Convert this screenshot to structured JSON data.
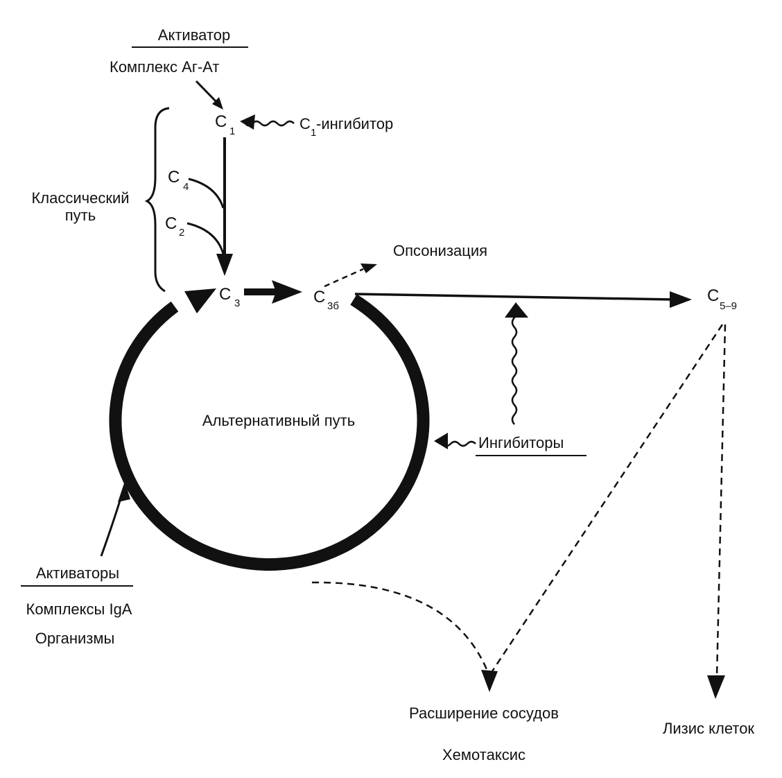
{
  "classical_activator": {
    "heading": "Активатор",
    "item": "Комплекс  Аг-Ат"
  },
  "c1": {
    "base": "C",
    "sub": "1"
  },
  "c1_inhibitor": {
    "base": "C",
    "sub": "1",
    "suffix": "-ингибитор"
  },
  "c4": {
    "base": "C",
    "sub": "4"
  },
  "c2": {
    "base": "C",
    "sub": "2"
  },
  "classical_path": {
    "line1": "Классический",
    "line2": "путь"
  },
  "c3": {
    "base": "C",
    "sub": "3"
  },
  "c3b": {
    "base": "C",
    "sub": "3б"
  },
  "opsonization": "Опсонизация",
  "c5_9": {
    "base": "C",
    "sub": "5–9"
  },
  "alternative_path": "Альтернативный путь",
  "inhibitors": "Ингибиторы",
  "alternative_activators": {
    "heading": "Активаторы",
    "item1": "Комплексы IgA",
    "item2": "Организмы"
  },
  "effects": {
    "vasodilation": "Расширение сосудов",
    "chemotaxis": "Хемотаксис",
    "cell_lysis": "Лизис клеток"
  },
  "colors": {
    "ink": "#111111",
    "background": "#ffffff"
  }
}
